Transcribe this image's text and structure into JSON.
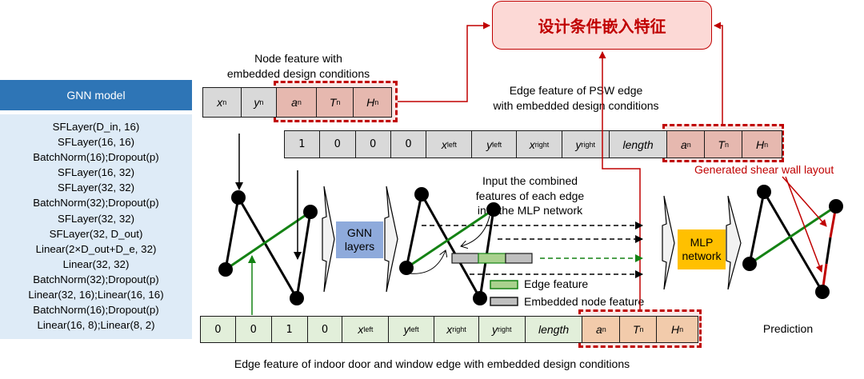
{
  "model_panel": {
    "title": "GNN model",
    "layers": [
      "SFLayer(D_in, 16)",
      "SFLayer(16, 16)",
      "BatchNorm(16);Dropout(p)",
      "SFLayer(16, 32)",
      "SFLayer(32, 32)",
      "BatchNorm(32);Dropout(p)",
      "SFLayer(32, 32)",
      "SFLayer(32, D_out)",
      "Linear(2×D_out+D_e, 32)",
      "Linear(32, 32)",
      "BatchNorm(32);Dropout(p)",
      "Linear(32, 16);Linear(16, 16)",
      "BatchNorm(16);Dropout(p)",
      "Linear(16, 8);Linear(8, 2)"
    ]
  },
  "design_condition_box": {
    "label": "设计条件嵌入特征"
  },
  "node_feature": {
    "caption_line1": "Node feature with",
    "caption_line2": "embedded design conditions",
    "cells": [
      {
        "base": "x",
        "sub": "n"
      },
      {
        "base": "y",
        "sub": "n"
      },
      {
        "base": "a",
        "sub": "n"
      },
      {
        "base": "T",
        "sub": "n"
      },
      {
        "base": "H",
        "sub": "n"
      }
    ]
  },
  "psw_edge_feature": {
    "caption_line1": "Edge feature of PSW edge",
    "caption_line2": "with embedded design conditions",
    "cells": [
      {
        "text": "1"
      },
      {
        "text": "0"
      },
      {
        "text": "0"
      },
      {
        "text": "0"
      },
      {
        "base": "x",
        "sub": "left"
      },
      {
        "base": "y",
        "sub": "left"
      },
      {
        "base": "x",
        "sub": "right"
      },
      {
        "base": "y",
        "sub": "right"
      },
      {
        "italic": "length"
      },
      {
        "base": "a",
        "sub": "n"
      },
      {
        "base": "T",
        "sub": "n"
      },
      {
        "base": "H",
        "sub": "n"
      }
    ]
  },
  "door_window_edge_feature": {
    "caption": "Edge feature of indoor door and window edge with embedded design conditions",
    "cells": [
      {
        "text": "0"
      },
      {
        "text": "0"
      },
      {
        "text": "1"
      },
      {
        "text": "0"
      },
      {
        "base": "x",
        "sub": "left"
      },
      {
        "base": "y",
        "sub": "left"
      },
      {
        "base": "x",
        "sub": "right"
      },
      {
        "base": "y",
        "sub": "right"
      },
      {
        "italic": "length"
      },
      {
        "base": "a",
        "sub": "n"
      },
      {
        "base": "T",
        "sub": "n"
      },
      {
        "base": "H",
        "sub": "n"
      }
    ]
  },
  "gnn_block": {
    "line1": "GNN",
    "line2": "layers"
  },
  "mlp_block": {
    "line1": "MLP",
    "line2": "network"
  },
  "mlp_input_note": {
    "line1": "Input the combined",
    "line2": "features of each edge",
    "line3": "into the MLP network"
  },
  "legend": {
    "edge_feature": "Edge feature",
    "embedded_node_feature": "Embedded node feature"
  },
  "generated_label": "Generated shear wall layout",
  "prediction_label": "Prediction",
  "colors": {
    "accent_red": "#c00000",
    "edge_green": "#148214",
    "gnn_blue": "#8eaadb",
    "mlp_orange": "#ffc000",
    "header_blue": "#2e75b6"
  }
}
